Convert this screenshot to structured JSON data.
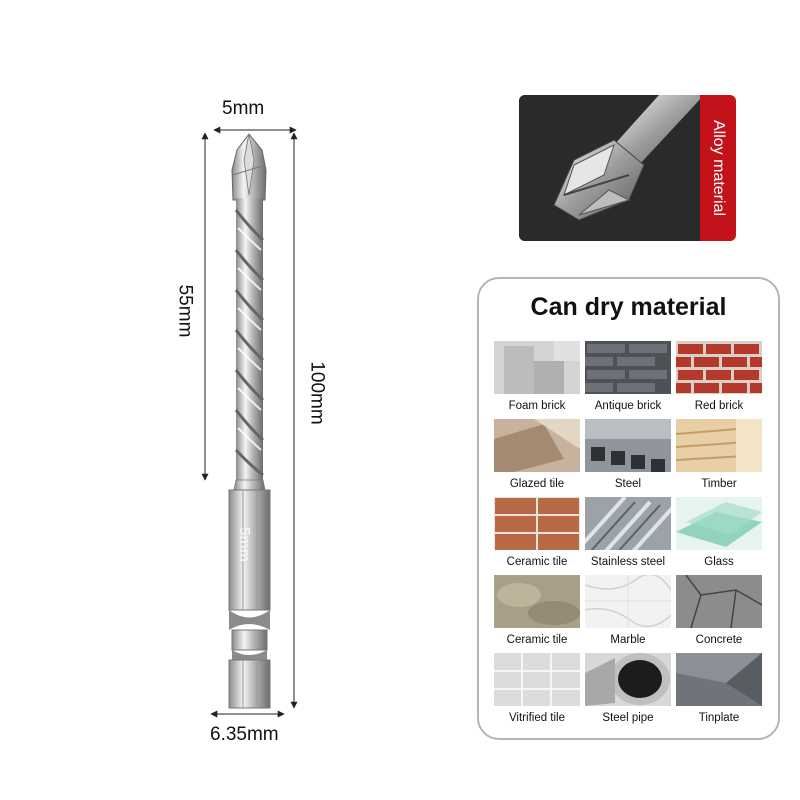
{
  "dimensions": {
    "tip_width": "5mm",
    "flute_length": "55mm",
    "total_length": "100mm",
    "shank_width": "6.35mm",
    "shank_marking": "5mm"
  },
  "alloy_badge": {
    "label": "Alloy material",
    "accent_color": "#c4121b"
  },
  "materials": {
    "title": "Can dry material",
    "items": [
      {
        "label": "Foam brick"
      },
      {
        "label": "Antique brick"
      },
      {
        "label": "Red brick"
      },
      {
        "label": "Glazed tile"
      },
      {
        "label": "Steel"
      },
      {
        "label": "Timber"
      },
      {
        "label": "Ceramic tile"
      },
      {
        "label": "Stainless steel"
      },
      {
        "label": "Glass"
      },
      {
        "label": "Ceramic tile"
      },
      {
        "label": "Marble"
      },
      {
        "label": "Concrete"
      },
      {
        "label": "Vitrified tile"
      },
      {
        "label": "Steel pipe"
      },
      {
        "label": "Tinplate"
      }
    ]
  }
}
